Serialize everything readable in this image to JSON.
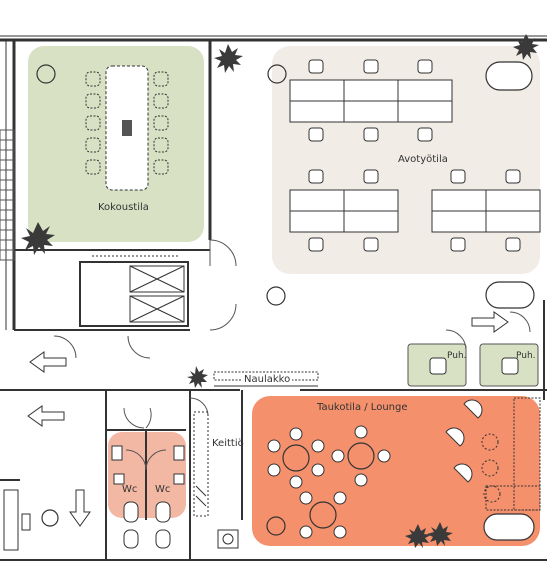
{
  "rooms": {
    "meeting": {
      "label": "Kokoustila",
      "color": "#d9e1c5"
    },
    "open_office": {
      "label": "Avotyötila",
      "color": "#f1ece5"
    },
    "lounge": {
      "label": "Taukotila / Lounge",
      "color": "#f4906b"
    },
    "kitchen": {
      "label": "Keittiö"
    },
    "wc_left": {
      "label": "Wc",
      "color": "#f3b8a4"
    },
    "wc_right": {
      "label": "Wc",
      "color": "#f3b8a4"
    },
    "cloakroom": {
      "label": "Naulakko"
    },
    "phone_booth_1": {
      "label": "Puh.",
      "color": "#d9e1c5"
    },
    "phone_booth_2": {
      "label": "Puh.",
      "color": "#d9e1c5"
    }
  },
  "colors": {
    "wall": "#333333",
    "line": "#555555",
    "furniture_fill": "#ffffff",
    "plant": "#3a3a3a"
  },
  "icons": [
    "plant-icon",
    "arrow-right-icon",
    "arrow-left-icon",
    "arrow-down-icon",
    "door-swing-icon",
    "lift-icon",
    "stairs-icon"
  ]
}
